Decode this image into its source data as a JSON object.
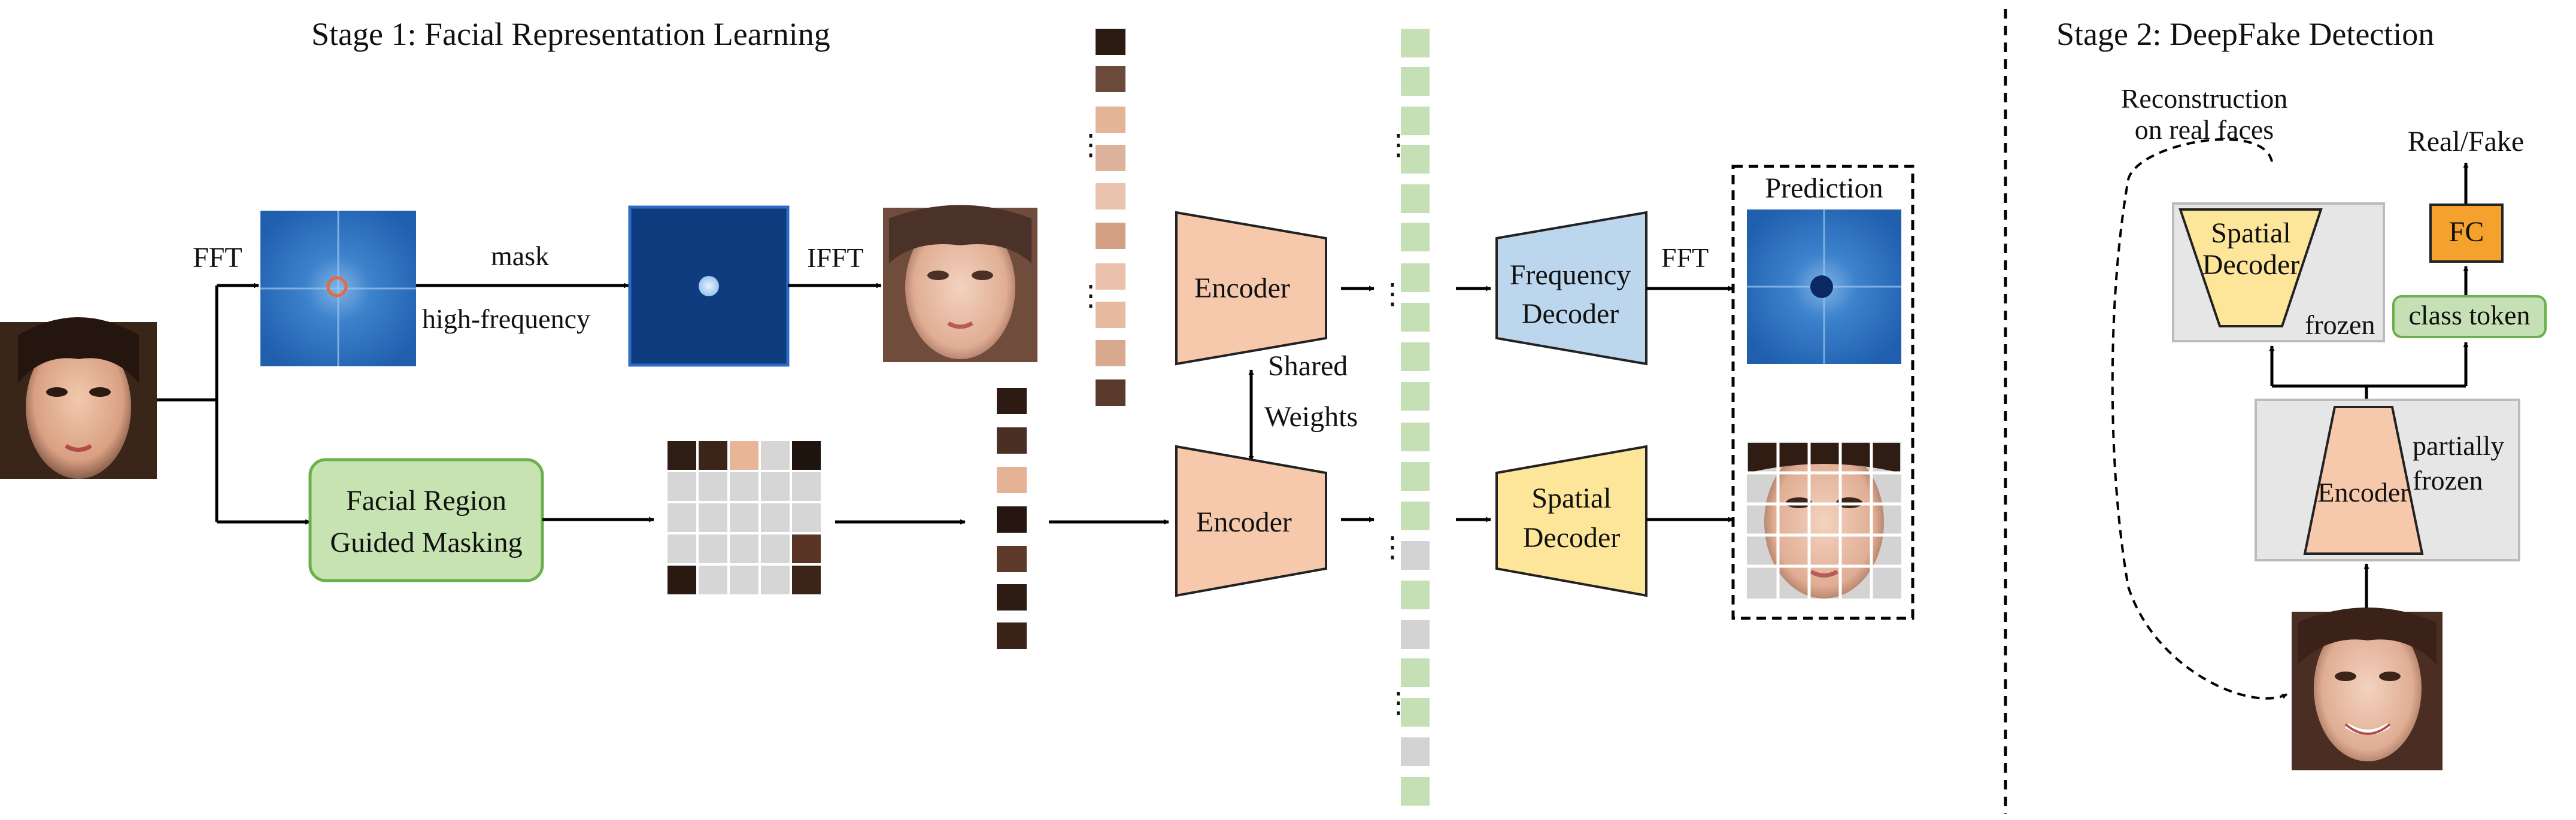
{
  "stage1": {
    "title": "Stage 1: Facial Representation Learning",
    "fft_left": "FFT",
    "mask": "mask",
    "high_frequency": "high-frequency",
    "ifft": "IFFT",
    "facial_region_line1": "Facial Region",
    "facial_region_line2": "Guided Masking",
    "encoder_top": "Encoder",
    "encoder_bottom": "Encoder",
    "shared": "Shared",
    "weights": "Weights",
    "freq_decoder_line1": "Frequency",
    "freq_decoder_line2": "Decoder",
    "spatial_decoder_line1": "Spatial",
    "spatial_decoder_line2": "Decoder",
    "fft_right": "FFT",
    "prediction": "Prediction",
    "ellipsis": "⋮"
  },
  "stage2": {
    "title": "Stage 2: DeepFake Detection",
    "recon_line1": "Reconstruction",
    "recon_line2": "on real faces",
    "real_fake": "Real/Fake",
    "spatial_decoder_line1": "Spatial",
    "spatial_decoder_line2": "Decoder",
    "frozen": "frozen",
    "fc": "FC",
    "class_token": "class token",
    "encoder": "Encoder",
    "partially": "partially",
    "frozen2": "frozen"
  },
  "colors": {
    "encoder": "#f6c9ac",
    "freq_decoder": "#bcd6ee",
    "spatial_decoder": "#fde59a",
    "green_box": "#c7e3b1",
    "green_border": "#6ab04c",
    "token_green": "#c5e0b4",
    "fc_orange": "#f4a12e",
    "gray_panel": "#e6e6e6",
    "spectrum_blue": "#2b70bd",
    "dark_blue": "#0f3f82"
  }
}
